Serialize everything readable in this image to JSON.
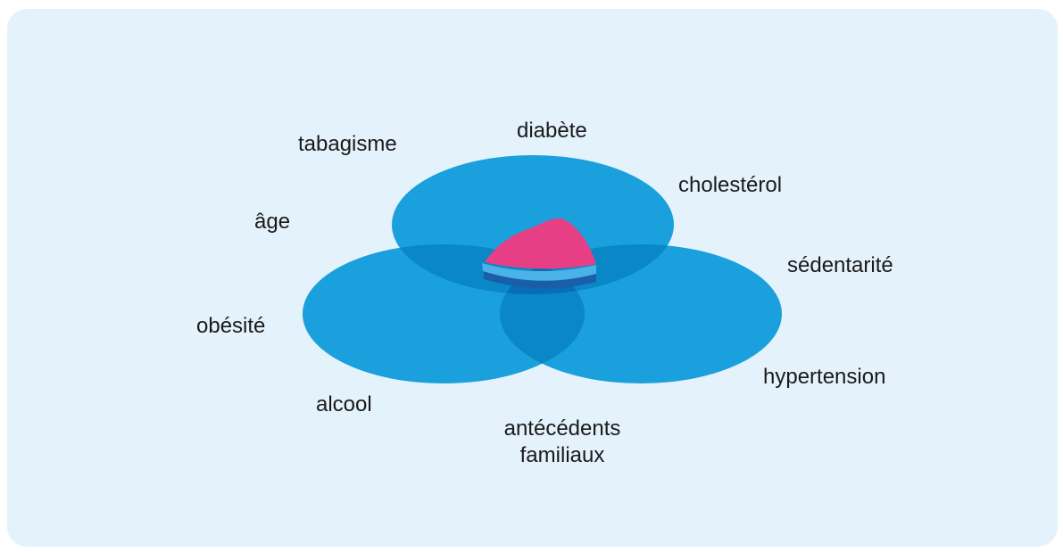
{
  "colors": {
    "background": "#e4f2fc",
    "circle": "#1aa0dc",
    "overlap": "#0a87c7",
    "triple_overlap": "#096cb6",
    "heart_pink": "#e63f86",
    "heart_band": "#4ab2e6",
    "heart_base": "#1a5ea8",
    "text": "#1a1a1a"
  },
  "labels": {
    "tabagisme": "tabagisme",
    "diabete": "diabète",
    "cholesterol": "cholestérol",
    "age": "âge",
    "sedentarite": "sédentarité",
    "obesite": "obésité",
    "hypertension": "hypertension",
    "alcool": "alcool",
    "antecedents_line1": "antécédents",
    "antecedents_line2": "familiaux"
  }
}
